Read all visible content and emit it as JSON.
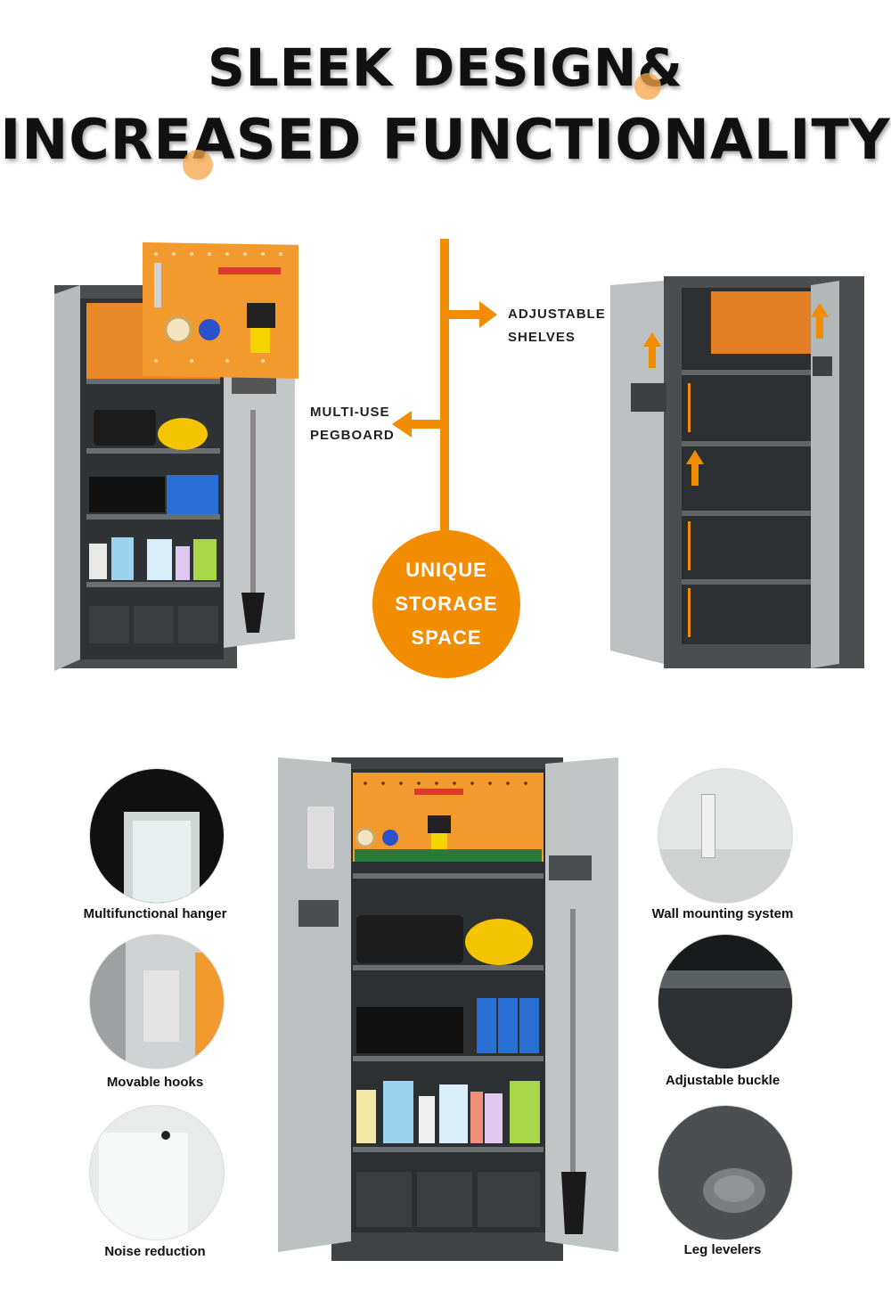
{
  "headline": {
    "line1": "SLEEK DESIGN&",
    "line2": "INCREASED FUNCTIONALITY"
  },
  "callouts": {
    "adjustable_line1": "ADJUSTABLE",
    "adjustable_line2": "SHELVES",
    "pegboard_line1": "MULTI-USE",
    "pegboard_line2": "PEGBOARD"
  },
  "badge": {
    "line1": "UNIQUE",
    "line2": "STORAGE",
    "line3": "SPACE"
  },
  "features_left": [
    {
      "label": "Multifunctional  hanger"
    },
    {
      "label": "Movable hooks"
    },
    {
      "label": "Noise reduction"
    }
  ],
  "features_right": [
    {
      "label": "Wall mounting system"
    },
    {
      "label": "Adjustable buckle"
    },
    {
      "label": "Leg levelers"
    }
  ],
  "colors": {
    "accent_orange": "#f28c00",
    "cabinet_grey": "#b9bcbc",
    "cabinet_dark": "#3e4244",
    "pegboard_orange": "#f39a2f"
  },
  "icons": [
    "up-arrow-icon",
    "right-arrow-icon",
    "left-arrow-icon"
  ]
}
